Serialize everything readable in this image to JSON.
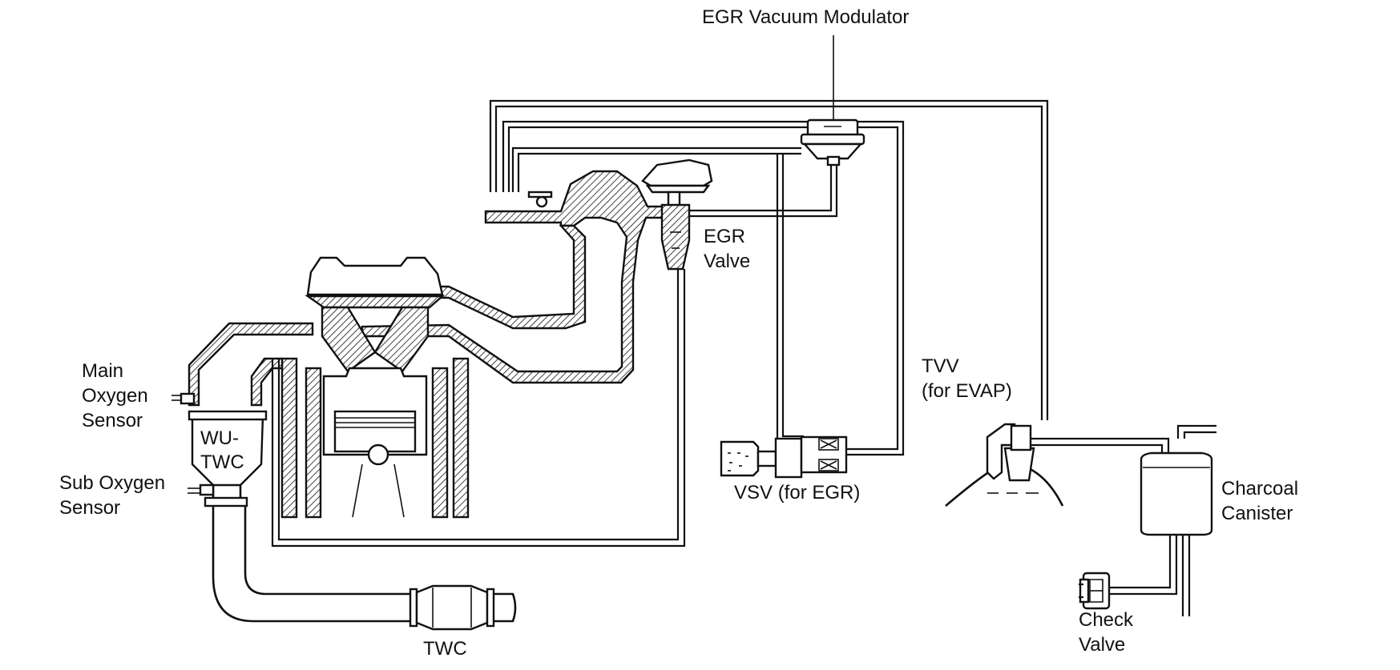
{
  "labels": {
    "egr_vacuum_modulator": "EGR Vacuum Modulator",
    "egr_valve": "EGR\nValve",
    "main_oxygen_sensor": "Main\nOxygen\nSensor",
    "wu_twc": "WU-\nTWC",
    "sub_oxygen_sensor": "Sub Oxygen\nSensor",
    "twc": "TWC",
    "vsv_for_egr": "VSV (for EGR)",
    "tvv_for_evap": "TVV\n(for EVAP)",
    "charcoal_canister": "Charcoal\nCanister",
    "check_valve": "Check\nValve"
  },
  "colors": {
    "line": "#111111",
    "background": "#ffffff"
  }
}
